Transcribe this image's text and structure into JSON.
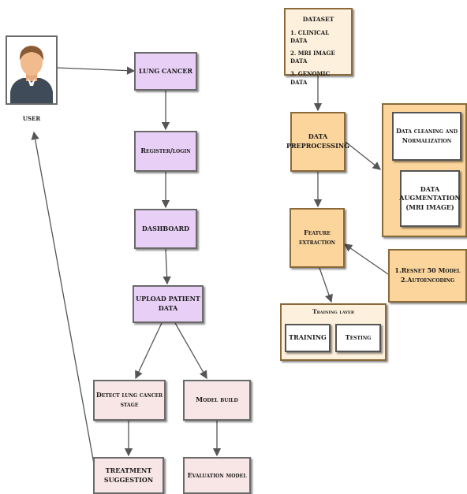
{
  "user": {
    "icon": "person-avatar-icon",
    "label": "USER"
  },
  "flow": {
    "lung_cancer": "LUNG CANCER",
    "register_login": "Register/login",
    "dashboard": "DASHBOARD",
    "upload_patient_data": "UPLOAD PATIENT DATA",
    "detect_stage": "Detect lung cancer stage",
    "treatment": "TREATMENT SUGGESTION",
    "model_build": "Model build",
    "evaluation_model": "Evaluation model"
  },
  "pipeline": {
    "dataset": {
      "title": "DATASET",
      "items": [
        "1. CLINICAL DATA",
        "2. MRI IMAGE DATA",
        "3. GENOMIC DATA"
      ]
    },
    "data_preprocessing": "DATA PREPROCESSING",
    "cleaning": "Data cleaning and Normalization",
    "augmentation": "DATA AUGMENTATION (MRI IMAGE)",
    "feature_extraction": "Feature extraction",
    "models": [
      "1.Resnet 50 Model",
      "2.Autoencoding"
    ],
    "training_layer": {
      "title": "Training layer",
      "training": "TRAINING",
      "testing": "Testing"
    }
  },
  "colors": {
    "user_flow": "#e7cff6",
    "result_flow": "#f8e5e6",
    "pipeline_main": "#fbd59b",
    "pipeline_light": "#fdf0dc"
  }
}
